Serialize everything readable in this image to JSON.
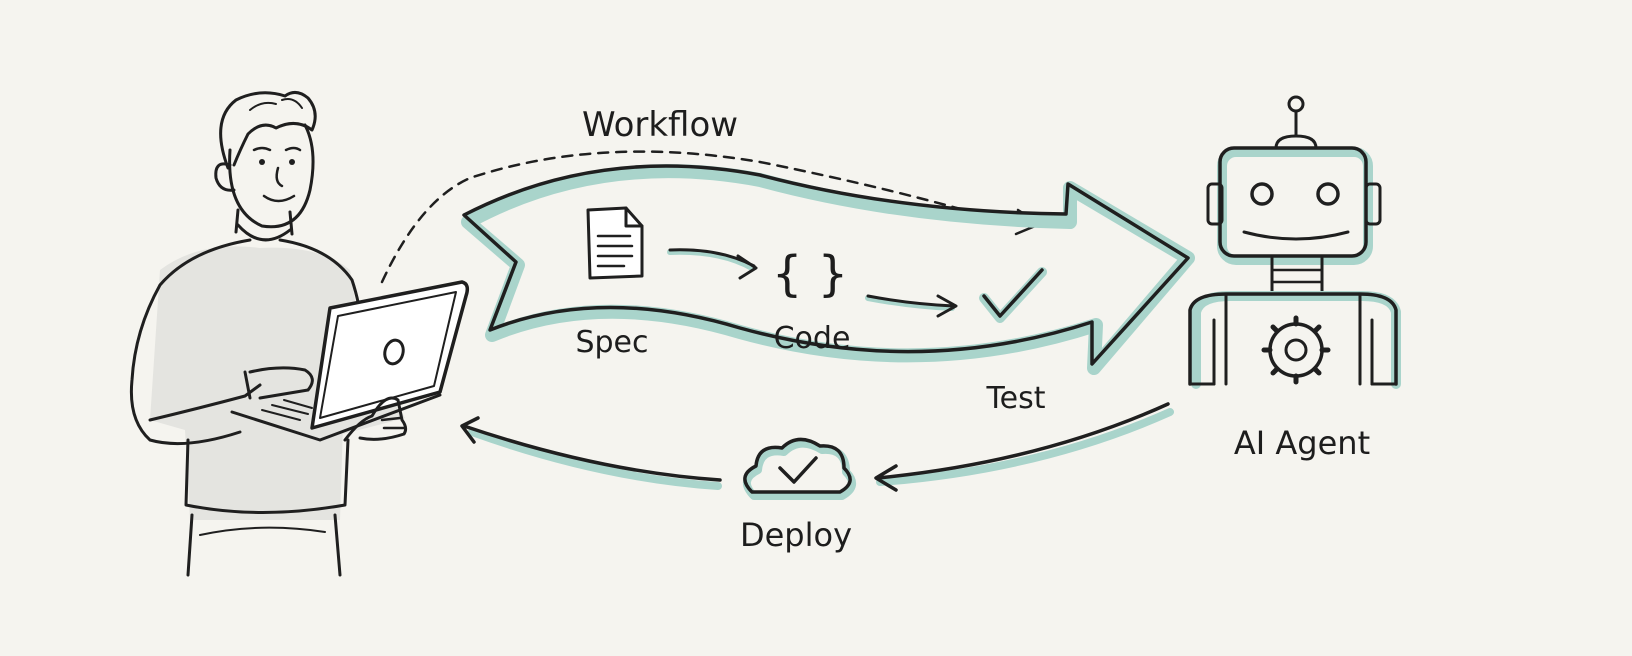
{
  "diagram": {
    "title": "Workflow",
    "steps": [
      {
        "label": "Spec",
        "icon": "document-icon"
      },
      {
        "label": "Code",
        "icon": "curly-braces-icon"
      },
      {
        "label": "Test",
        "icon": "checkmark-icon"
      },
      {
        "label": "Deploy",
        "icon": "cloud-check-icon"
      }
    ],
    "actors": {
      "developer": {
        "icon": "developer-with-laptop-icon"
      },
      "agent": {
        "label": "AI Agent",
        "icon": "robot-icon"
      }
    }
  },
  "colors": {
    "background": "#f5f4ef",
    "ink": "#1f1f1f",
    "accent_teal": "#a9d4cb"
  }
}
